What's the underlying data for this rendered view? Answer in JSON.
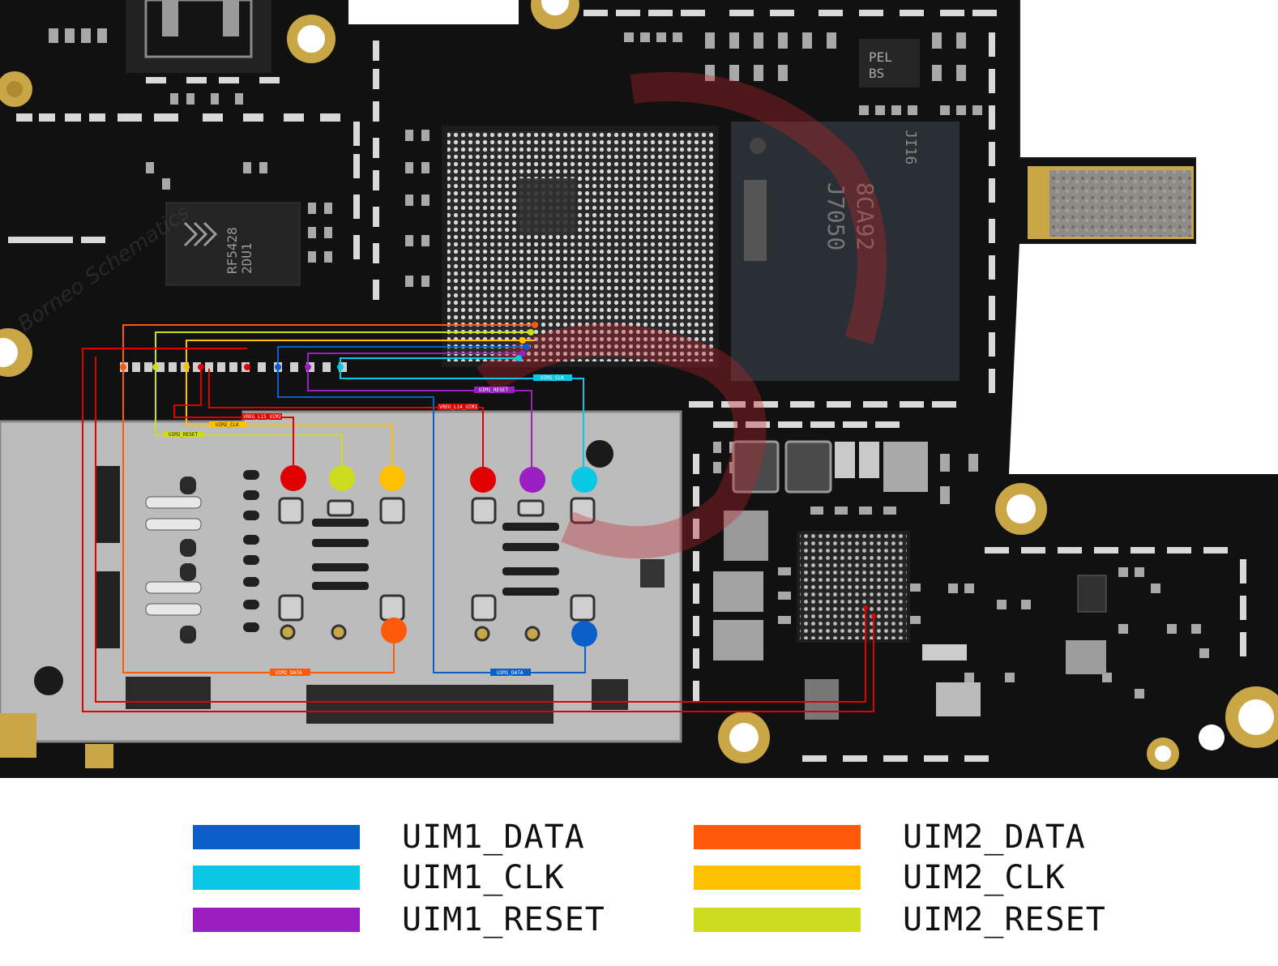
{
  "colors": {
    "uim1_data": "#0a5fc8",
    "uim1_clk": "#08c8e4",
    "uim1_reset": "#9b1fc0",
    "uim2_data": "#ff5a0a",
    "uim2_clk": "#ffc000",
    "uim2_reset": "#cddc1e",
    "vreg": "#e00000",
    "board": "#121212",
    "shield": "#b9b9b9",
    "gold": "#c9a646"
  },
  "legend": [
    {
      "label": "UIM1_DATA",
      "color": "#0a5fc8"
    },
    {
      "label": "UIM1_CLK",
      "color": "#08c8e4"
    },
    {
      "label": "UIM1_RESET",
      "color": "#9b1fc0"
    },
    {
      "label": "UIM2_DATA",
      "color": "#ff5a0a"
    },
    {
      "label": "UIM2_CLK",
      "color": "#ffc000"
    },
    {
      "label": "UIM2_RESET",
      "color": "#cddc1e"
    }
  ],
  "trace_tags": {
    "vreg_l15": "VREG_L15_UIM2",
    "vreg_l14": "VREG_L14_UIM1",
    "uim2_clk": "UIM2_CLK",
    "uim2_reset": "UIM2_RESET",
    "uim1_clk": "UIM1_CLK",
    "uim1_reset": "UIM1_RESET",
    "uim2_data": "UIM2_DATA",
    "uim1_data": "UIM1_DATA"
  },
  "chip_markings": {
    "rf": [
      "RF5428",
      "2DU1"
    ],
    "top_right": [
      "PEL",
      "BS"
    ],
    "memory": [
      "8CA92",
      "J7050"
    ],
    "mem_code": "JI16"
  },
  "watermark": "Borneo Schematics"
}
